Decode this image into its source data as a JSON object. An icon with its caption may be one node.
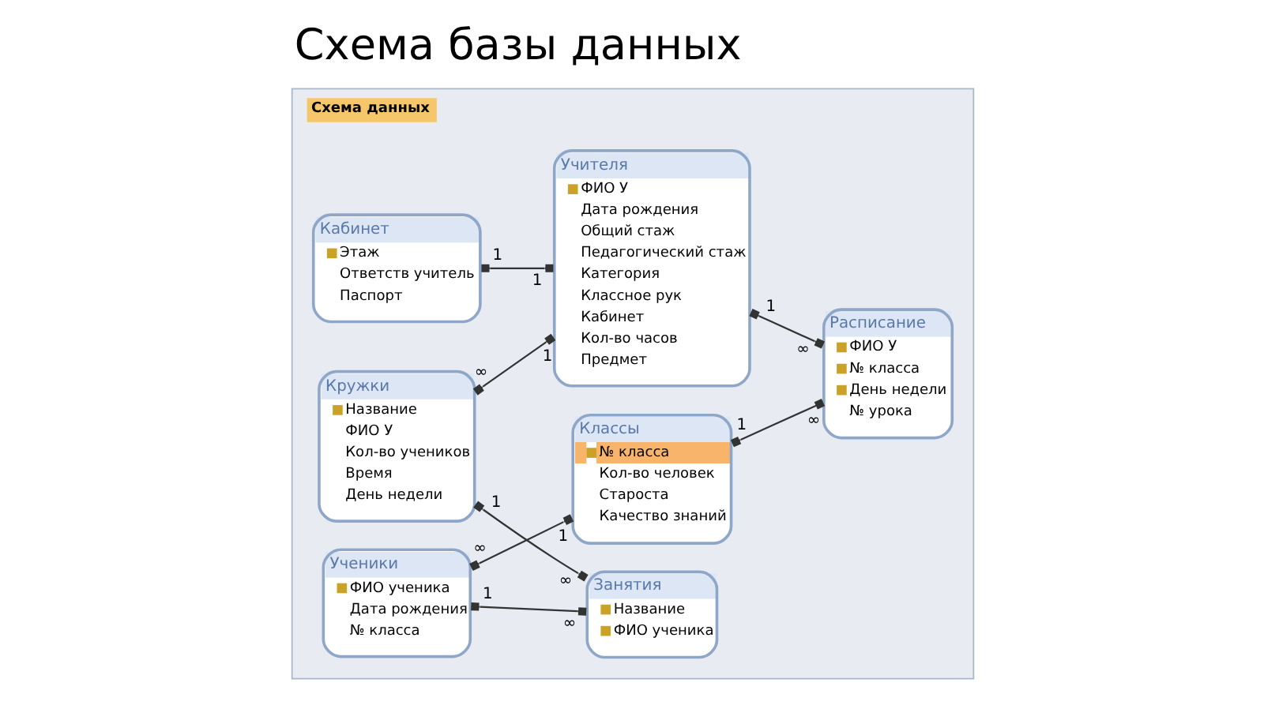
{
  "diagram": {
    "title": "Схема базы данных",
    "nodes": [
      {
        "text": [
          "Схема данных"
        ]
      },
      {
        "text": [
          "Кабинет",
          "Этаж",
          "Ответств учитель",
          "Паспорт"
        ],
        "in": 0
      },
      {
        "text": [
          "Учителя",
          "ФИО У",
          "Дата рождения",
          "Общий стаж",
          "Педагогический стаж",
          "Категория",
          "Классное рук",
          "Кабинет",
          "Кол-во часов",
          "Предмет"
        ],
        "in": 0
      },
      {
        "text": [
          "Расписание",
          "ФИО У",
          "№ класса",
          "День недели",
          "№ урока"
        ],
        "in": 0
      },
      {
        "text": [
          "Кружки",
          "Название",
          "ФИО У",
          "Кол-во учеников",
          "Время",
          "День недели"
        ],
        "in": 0
      },
      {
        "text": [
          "Занятия",
          "Название",
          "ФИО ученика"
        ],
        "in": 0
      },
      {
        "text": [
          "Ученики",
          "ФИО ученика",
          "Дата рождения",
          "№ класса"
        ],
        "in": 0
      },
      {
        "text": [
          "Классы",
          "№ класса",
          "Кол-во человек",
          "Староста",
          "Качество знаний"
        ],
        "in": 0
      }
    ],
    "edges": [
      {
        "from": 1,
        "to": 2,
        "arrow": "other"
      },
      {
        "from": 2,
        "to": 4,
        "arrow": "other"
      },
      {
        "from": 2,
        "to": 3,
        "arrow": "other"
      },
      {
        "from": 4,
        "to": 5,
        "arrow": "other"
      },
      {
        "from": 6,
        "to": 5,
        "arrow": "other"
      },
      {
        "from": 7,
        "to": 6,
        "arrow": "other"
      },
      {
        "from": 7,
        "to": 3,
        "arrow": "other"
      }
    ],
    "labels": [
      "1",
      "1",
      "1",
      "∞",
      "1",
      "∞",
      "1",
      "∞",
      "1",
      "∞",
      "1",
      "∞",
      "1",
      "∞"
    ]
  }
}
